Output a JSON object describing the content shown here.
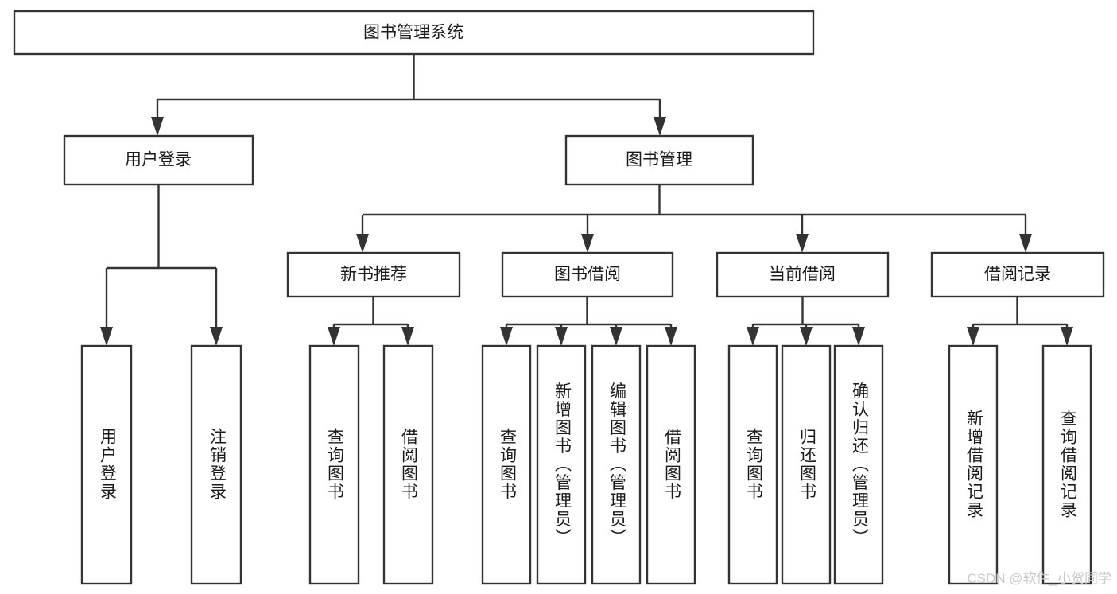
{
  "diagram": {
    "title": "图书管理系统",
    "orientation": "top-down",
    "watermark": "CSDN @软件_小贺同学",
    "colors": {
      "box_stroke": "#333333",
      "box_fill": "#ffffff",
      "connector": "#333333",
      "text": "#1a1a1a",
      "watermark": "#c9c9c9",
      "background": "#ffffff"
    },
    "levels": {
      "root": {
        "label": "图书管理系统"
      },
      "level2": [
        {
          "id": "user-login",
          "label": "用户登录"
        },
        {
          "id": "book-management",
          "label": "图书管理"
        }
      ],
      "level3": [
        {
          "id": "new-book-recommend",
          "label": "新书推荐",
          "parent": "book-management"
        },
        {
          "id": "book-borrow",
          "label": "图书借阅",
          "parent": "book-management"
        },
        {
          "id": "current-borrow",
          "label": "当前借阅",
          "parent": "book-management"
        },
        {
          "id": "borrow-record",
          "label": "借阅记录",
          "parent": "book-management"
        }
      ],
      "leaves": [
        {
          "id": "leaf-user-login",
          "label": "用户登录",
          "parent": "user-login"
        },
        {
          "id": "leaf-user-logout",
          "label": "注销登录",
          "parent": "user-login"
        },
        {
          "id": "leaf-query-book-1",
          "label": "查询图书",
          "parent": "new-book-recommend"
        },
        {
          "id": "leaf-borrow-book-1",
          "label": "借阅图书",
          "parent": "new-book-recommend"
        },
        {
          "id": "leaf-query-book-2",
          "label": "查询图书",
          "parent": "book-borrow"
        },
        {
          "id": "leaf-add-book",
          "label": "新增图书（管理员）",
          "parent": "book-borrow"
        },
        {
          "id": "leaf-edit-book",
          "label": "编辑图书（管理员）",
          "parent": "book-borrow"
        },
        {
          "id": "leaf-borrow-book-2",
          "label": "借阅图书",
          "parent": "book-borrow"
        },
        {
          "id": "leaf-query-book-3",
          "label": "查询图书",
          "parent": "current-borrow"
        },
        {
          "id": "leaf-return-book",
          "label": "归还图书",
          "parent": "current-borrow"
        },
        {
          "id": "leaf-confirm-return",
          "label": "确认归还（管理员）",
          "parent": "current-borrow"
        },
        {
          "id": "leaf-add-record",
          "label": "新增借阅记录",
          "parent": "borrow-record"
        },
        {
          "id": "leaf-query-record",
          "label": "查询借阅记录",
          "parent": "borrow-record"
        }
      ]
    }
  }
}
